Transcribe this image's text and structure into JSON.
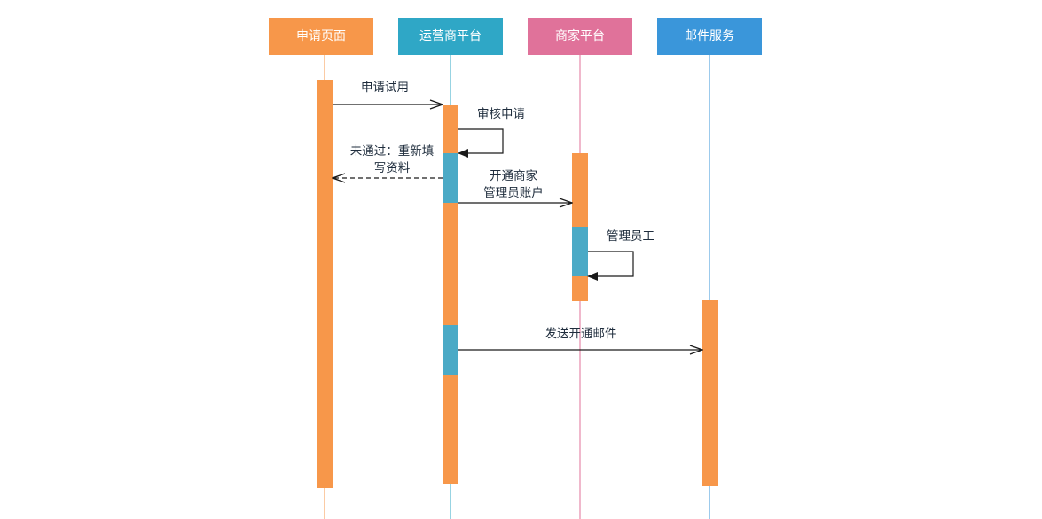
{
  "participants": [
    {
      "id": "p1",
      "label": "申请页面",
      "color": "#F7974A",
      "line_color": "#F7974A"
    },
    {
      "id": "p2",
      "label": "运营商平台",
      "color": "#2FA7C6",
      "line_color": "#2FA7C6"
    },
    {
      "id": "p3",
      "label": "商家平台",
      "color": "#E0729A",
      "line_color": "#E0729A"
    },
    {
      "id": "p4",
      "label": "邮件服务",
      "color": "#3A96DA",
      "line_color": "#3A96DA"
    }
  ],
  "messages": [
    {
      "id": "m1",
      "lines": [
        "申请试用"
      ],
      "style": "solid"
    },
    {
      "id": "m2",
      "lines": [
        "审核申请"
      ],
      "style": "self"
    },
    {
      "id": "m3",
      "lines": [
        "未通过：重新填",
        "写资料"
      ],
      "style": "dashed"
    },
    {
      "id": "m4",
      "lines": [
        "开通商家",
        "管理员账户"
      ],
      "style": "solid"
    },
    {
      "id": "m5",
      "lines": [
        "管理员工"
      ],
      "style": "self"
    },
    {
      "id": "m6",
      "lines": [
        "发送开通邮件"
      ],
      "style": "solid"
    }
  ],
  "colors": {
    "activation": "#F7974A",
    "activation_highlight": "#4BAAC6",
    "arrow": "#1a1a1a",
    "text": "#1f2d3d"
  }
}
